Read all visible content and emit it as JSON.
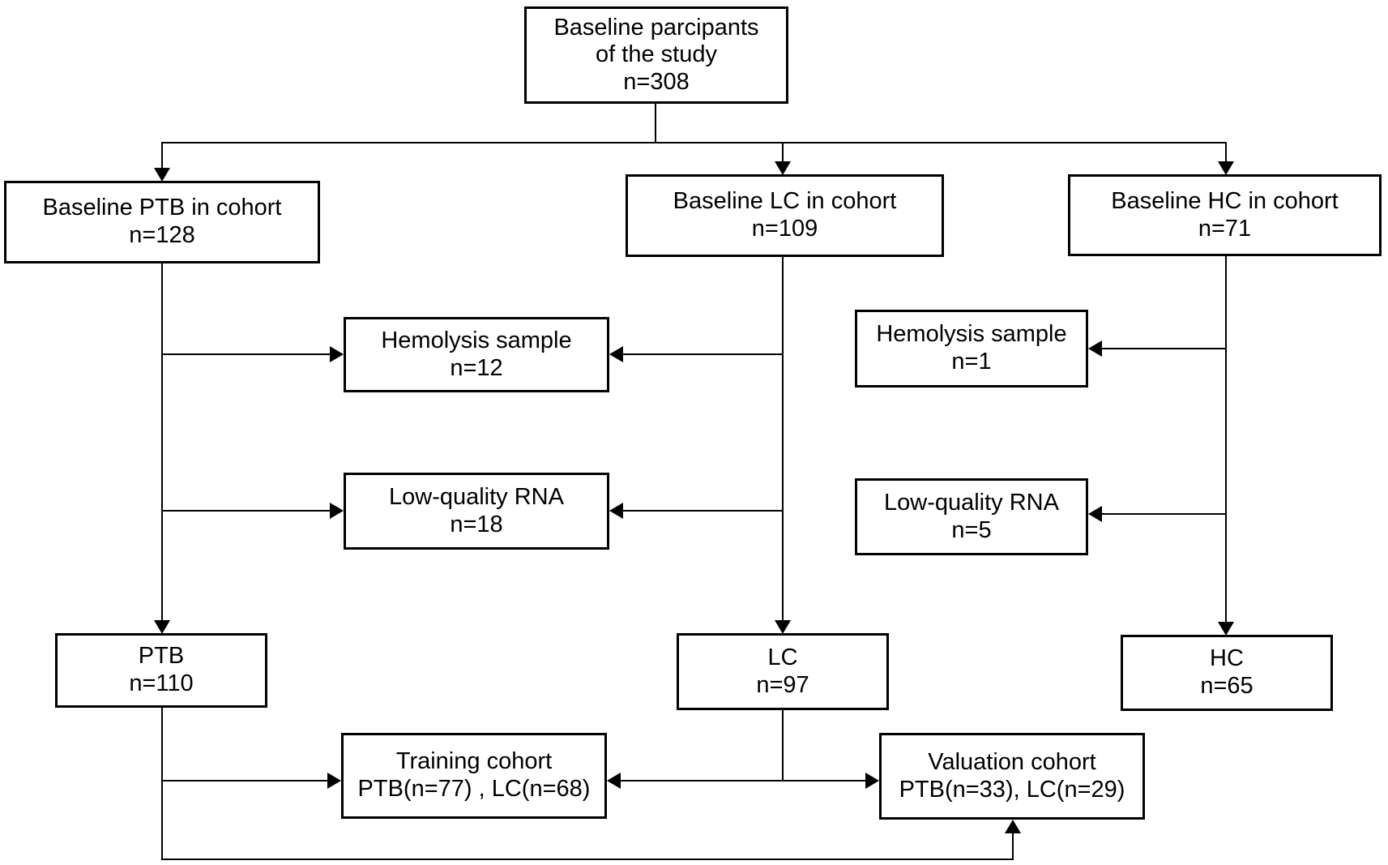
{
  "figure": {
    "type": "flowchart",
    "background_color": "#ffffff",
    "line_color": "#000000"
  },
  "nodes": {
    "baseline_participants": {
      "lines": [
        "Baseline parcipants",
        "of the study",
        "n=308"
      ]
    },
    "baseline_ptb": {
      "lines": [
        "Baseline PTB in cohort",
        "n=128"
      ]
    },
    "baseline_lc": {
      "lines": [
        "Baseline LC in cohort",
        "n=109"
      ]
    },
    "baseline_hc": {
      "lines": [
        "Baseline HC in cohort",
        "n=71"
      ]
    },
    "hemolysis_ptb_lc": {
      "lines": [
        "Hemolysis sample",
        "n=12"
      ]
    },
    "hemolysis_hc": {
      "lines": [
        "Hemolysis sample",
        "n=1"
      ]
    },
    "low_quality_ptb_lc": {
      "lines": [
        "Low-quality RNA",
        "n=18"
      ]
    },
    "low_quality_hc": {
      "lines": [
        "Low-quality RNA",
        "n=5"
      ]
    },
    "ptb_final": {
      "lines": [
        "PTB",
        "n=110"
      ]
    },
    "lc_final": {
      "lines": [
        "LC",
        "n=97"
      ]
    },
    "hc_final": {
      "lines": [
        "HC",
        "n=65"
      ]
    },
    "training_cohort": {
      "lines": [
        "Training cohort",
        "PTB(n=77) , LC(n=68)"
      ]
    },
    "valuation_cohort": {
      "lines": [
        "Valuation cohort",
        "PTB(n=33), LC(n=29)"
      ]
    }
  }
}
